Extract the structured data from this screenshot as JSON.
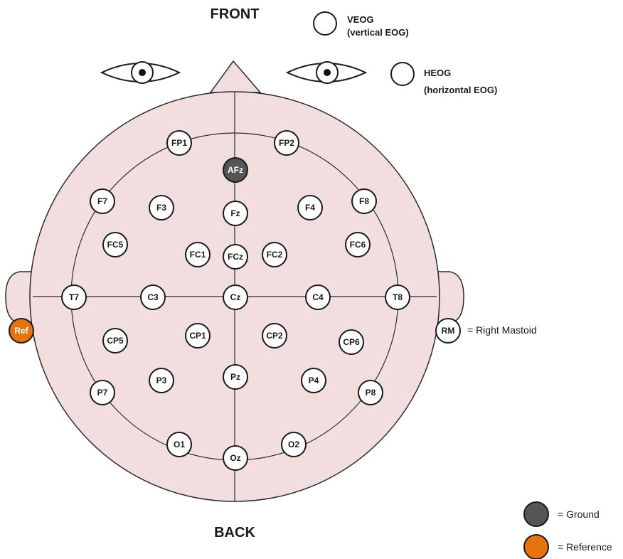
{
  "header": {
    "front_label": "FRONT",
    "back_label": "BACK"
  },
  "eog": {
    "veog": {
      "title": "VEOG",
      "subtitle": "(vertical EOG)"
    },
    "heog": {
      "title": "HEOG",
      "subtitle": "(horizontal EOG)"
    }
  },
  "icons": [
    "eye-icon-left",
    "eye-icon-right",
    "nose-icon",
    "ear-icon-left",
    "ear-icon-right"
  ],
  "colors": {
    "head": "#f2dede",
    "outline": "#2b2b2b",
    "ground": "#555555",
    "reference": "#e5730f"
  },
  "electrodes": {
    "fp1": "FP1",
    "fp2": "FP2",
    "afz": "AFz",
    "f7": "F7",
    "f3": "F3",
    "fz": "Fz",
    "f4": "F4",
    "f8": "F8",
    "fc5": "FC5",
    "fc1": "FC1",
    "fcz": "FCz",
    "fc2": "FC2",
    "fc6": "FC6",
    "t7": "T7",
    "c3": "C3",
    "cz": "Cz",
    "c4": "C4",
    "t8": "T8",
    "cp5": "CP5",
    "cp1": "CP1",
    "cp2": "CP2",
    "cp6": "CP6",
    "p7": "P7",
    "p3": "P3",
    "pz": "Pz",
    "p4": "P4",
    "p8": "P8",
    "o1": "O1",
    "oz": "Oz",
    "o2": "O2",
    "ref": "Ref",
    "rm": "RM"
  },
  "annotations": {
    "rm_note": "= Right Mastoid"
  },
  "legend": {
    "ground": "= Ground",
    "reference": "= Reference"
  }
}
